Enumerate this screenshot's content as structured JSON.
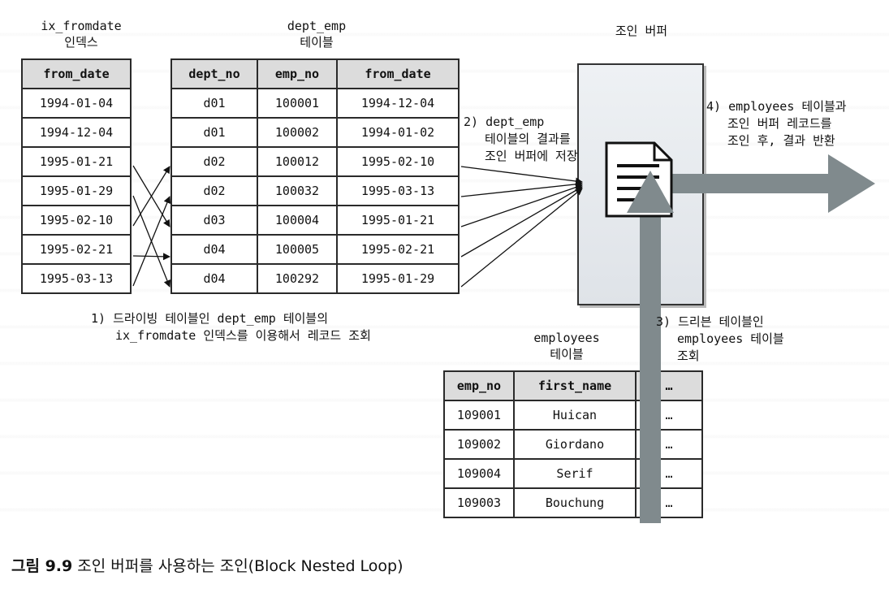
{
  "labels": {
    "ix_title_1": "ix_fromdate",
    "ix_title_2": "인덱스",
    "dept_title_1": "dept_emp",
    "dept_title_2": "테이블",
    "buffer_title": "조인 버퍼",
    "emp_title_1": "employees",
    "emp_title_2": "테이블"
  },
  "ix_index": {
    "header": "from_date",
    "rows": [
      "1994-01-04",
      "1994-12-04",
      "1995-01-21",
      "1995-01-29",
      "1995-02-10",
      "1995-02-21",
      "1995-03-13"
    ]
  },
  "dept_emp": {
    "headers": [
      "dept_no",
      "emp_no",
      "from_date"
    ],
    "rows": [
      [
        "d01",
        "100001",
        "1994-12-04"
      ],
      [
        "d01",
        "100002",
        "1994-01-02"
      ],
      [
        "d02",
        "100012",
        "1995-02-10"
      ],
      [
        "d02",
        "100032",
        "1995-03-13"
      ],
      [
        "d03",
        "100004",
        "1995-01-21"
      ],
      [
        "d04",
        "100005",
        "1995-02-21"
      ],
      [
        "d04",
        "100292",
        "1995-01-29"
      ]
    ]
  },
  "employees": {
    "headers": [
      "emp_no",
      "first_name",
      "…"
    ],
    "rows": [
      [
        "109001",
        "Huican",
        "…"
      ],
      [
        "109002",
        "Giordano",
        "…"
      ],
      [
        "109004",
        "Serif",
        "…"
      ],
      [
        "109003",
        "Bouchung",
        "…"
      ]
    ]
  },
  "notes": {
    "step1_line1": "1) 드라이빙 테이블인 dept_emp 테이블의",
    "step1_line2": "ix_fromdate 인덱스를 이용해서 레코드 조회",
    "step2_line1": "2) dept_emp",
    "step2_line2": "테이블의 결과를",
    "step2_line3": "조인 버퍼에 저장",
    "step3_line1": "3) 드리븐 테이블인",
    "step3_line2": "employees 테이블",
    "step3_line3": "조회",
    "step4_line1": "4) employees 테이블과",
    "step4_line2": "조인 버퍼 레코드를",
    "step4_line3": "조인 후, 결과 반환"
  },
  "caption": {
    "prefix": "그림 9.9",
    "text": " 조인 버퍼를 사용하는 조인(Block Nested Loop)"
  },
  "colors": {
    "arrow": "#808a8d",
    "header_fill": "#dcdcdc",
    "buffer_fill": "#e6e9ed"
  },
  "icons": [
    "document-icon"
  ]
}
